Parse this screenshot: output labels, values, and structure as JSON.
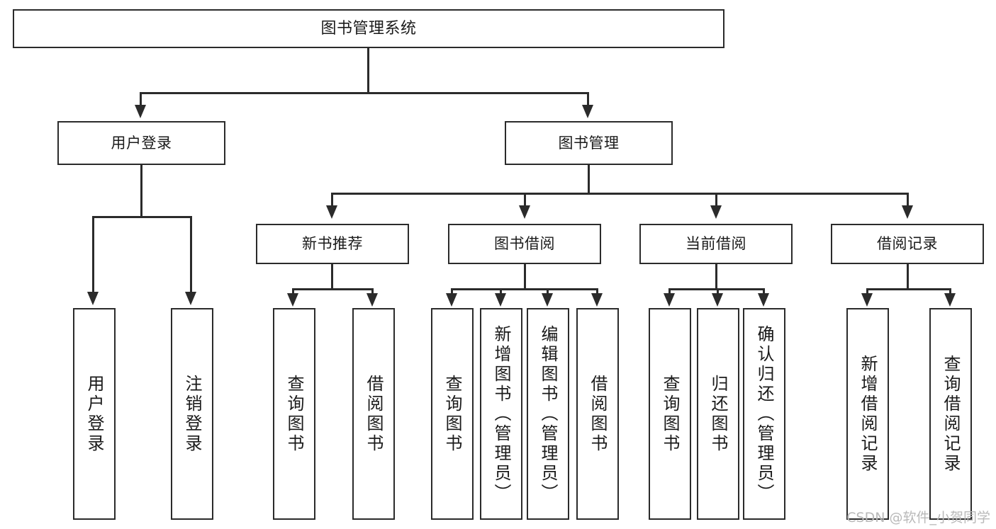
{
  "diagram": {
    "title": "图书管理系统",
    "watermark": "CSDN @软件_小贺同学",
    "root": {
      "label": "图书管理系统"
    },
    "level2": [
      {
        "label": "用户登录"
      },
      {
        "label": "图书管理"
      }
    ],
    "level3": [
      {
        "label": "新书推荐"
      },
      {
        "label": "图书借阅"
      },
      {
        "label": "当前借阅"
      },
      {
        "label": "借阅记录"
      }
    ],
    "leaves": {
      "user_login": [
        {
          "label": "用户登录"
        },
        {
          "label": "注销登录"
        }
      ],
      "new_book": [
        {
          "label": "查询图书"
        },
        {
          "label": "借阅图书"
        }
      ],
      "borrow": [
        {
          "label": "查询图书"
        },
        {
          "label": "新增图书（管理员）"
        },
        {
          "label": "编辑图书（管理员）"
        },
        {
          "label": "借阅图书"
        }
      ],
      "current": [
        {
          "label": "查询图书"
        },
        {
          "label": "归还图书"
        },
        {
          "label": "确认归还（管理员）"
        }
      ],
      "records": [
        {
          "label": "新增借阅记录"
        },
        {
          "label": "查询借阅记录"
        }
      ]
    }
  },
  "colors": {
    "stroke": "#2b2b2b",
    "fill": "#ffffff",
    "text": "#1a1a1a",
    "watermark": "#b9b9b9"
  }
}
